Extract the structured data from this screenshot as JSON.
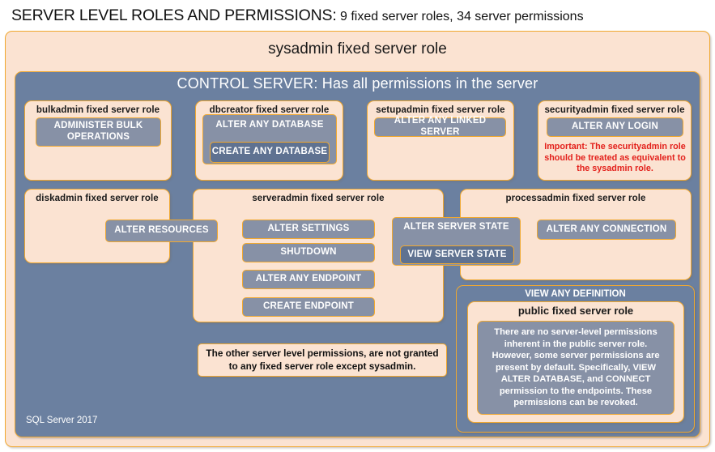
{
  "title": {
    "main": "SERVER LEVEL ROLES AND PERMISSIONS:",
    "sub": " 9 fixed server roles, 34 server permissions"
  },
  "sysadmin": {
    "label": "sysadmin fixed server role"
  },
  "control_server": {
    "label": "CONTROL SERVER: Has all permissions in the server"
  },
  "roles": {
    "bulkadmin": {
      "label": "bulkadmin fixed server role",
      "permissions": [
        "ADMINISTER  BULK OPERATIONS"
      ]
    },
    "dbcreator": {
      "label": "dbcreator fixed server role",
      "permissions": [
        "ALTER ANY DATABASE",
        "CREATE  ANY DATABASE"
      ]
    },
    "setupadmin": {
      "label": "setupadmin fixed server role",
      "permissions": [
        "ALTER ANY LINKED SERVER"
      ]
    },
    "securityadmin": {
      "label": "securityadmin fixed server role",
      "permissions": [
        "ALTER ANY LOGIN"
      ],
      "note": "Important:  The securityadmin role should  be treated as equivalent to the  sysadmin role."
    },
    "diskadmin": {
      "label": "diskadmin fixed server role",
      "permissions": [
        "ALTER RESOURCES"
      ]
    },
    "serveradmin": {
      "label": "serveradmin fixed server role",
      "permissions": [
        "ALTER SETTINGS",
        "SHUTDOWN",
        "ALTER ANY ENDPOINT",
        "CREATE  ENDPOINT",
        "ALTER SERVER  STATE",
        "VIEW SERVER  STATE"
      ]
    },
    "processadmin": {
      "label": "processadmin fixed server role",
      "permissions": [
        "ALTER ANY CONNECTION"
      ]
    },
    "public": {
      "view_any_definition": "VIEW ANY DEFINITION",
      "label": "public  fixed server role",
      "note": "There are no server-level permissions inherent in the public server role. However, some server permissions are present by default. Specifically, VIEW ALTER DATABASE, and CONNECT permission to the endpoints. These permissions can be revoked."
    }
  },
  "notes": {
    "other_permissions": "The other server level permissions,  are not granted to any fixed server role except sysadmin."
  },
  "footer": {
    "label": "SQL Server 2017"
  },
  "colors": {
    "peach_fill": "#fbe3d2",
    "orange_border": "#f0a830",
    "blue_fill": "#6b80a0",
    "permission_fill": "#8791a6",
    "permission_fill_dark": "#5f7291",
    "alert_red": "#e3201b"
  }
}
